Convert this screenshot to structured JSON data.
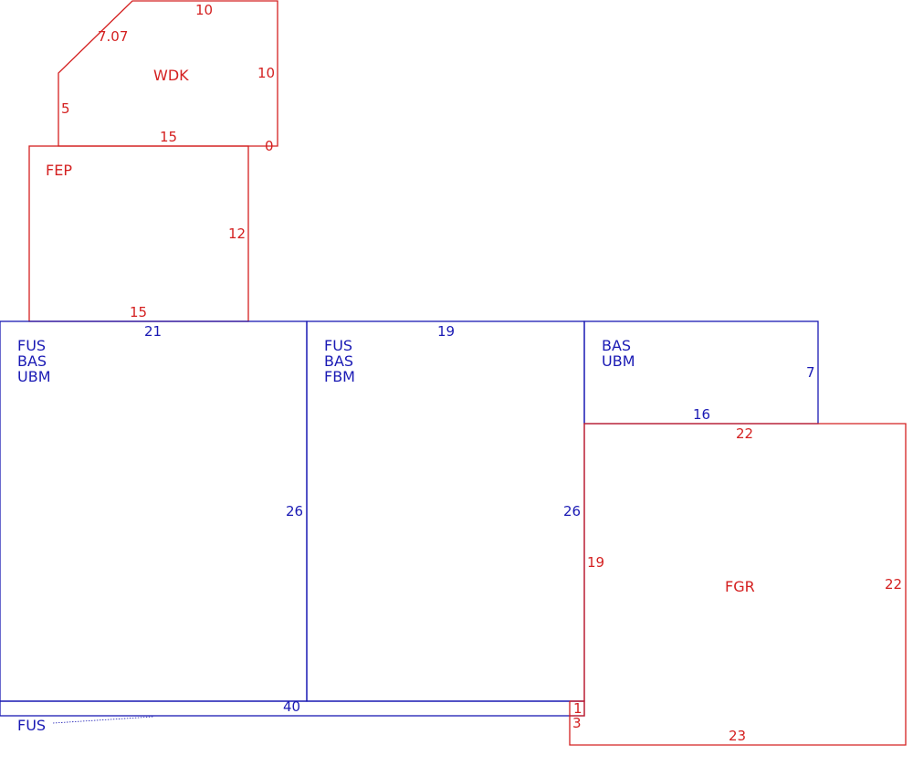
{
  "colors": {
    "red": "#d42020",
    "blue": "#1a1ab4"
  },
  "rooms": {
    "wdk": {
      "label": "WDK",
      "dims": {
        "top": "10",
        "diag": "7.07",
        "right": "10",
        "left": "5",
        "bottom": "15",
        "corner": "0"
      }
    },
    "fep": {
      "label": "FEP",
      "dims": {
        "right": "12",
        "bottom": "15"
      }
    },
    "left_room": {
      "labels": [
        "FUS",
        "BAS",
        "UBM"
      ],
      "dims": {
        "top": "21",
        "right": "26"
      }
    },
    "mid_room": {
      "labels": [
        "FUS",
        "BAS",
        "FBM"
      ],
      "dims": {
        "top": "19",
        "right": "26"
      }
    },
    "right_small": {
      "labels": [
        "BAS",
        "UBM"
      ],
      "dims": {
        "right": "7",
        "bottom": "16"
      }
    },
    "fgr": {
      "label": "FGR",
      "dims": {
        "top": "22",
        "left": "19",
        "right": "22",
        "bottom": "23"
      }
    },
    "strip": {
      "label": "FUS",
      "dims": {
        "top": "40",
        "small_right_a": "1",
        "small_right_b": "3"
      }
    }
  }
}
